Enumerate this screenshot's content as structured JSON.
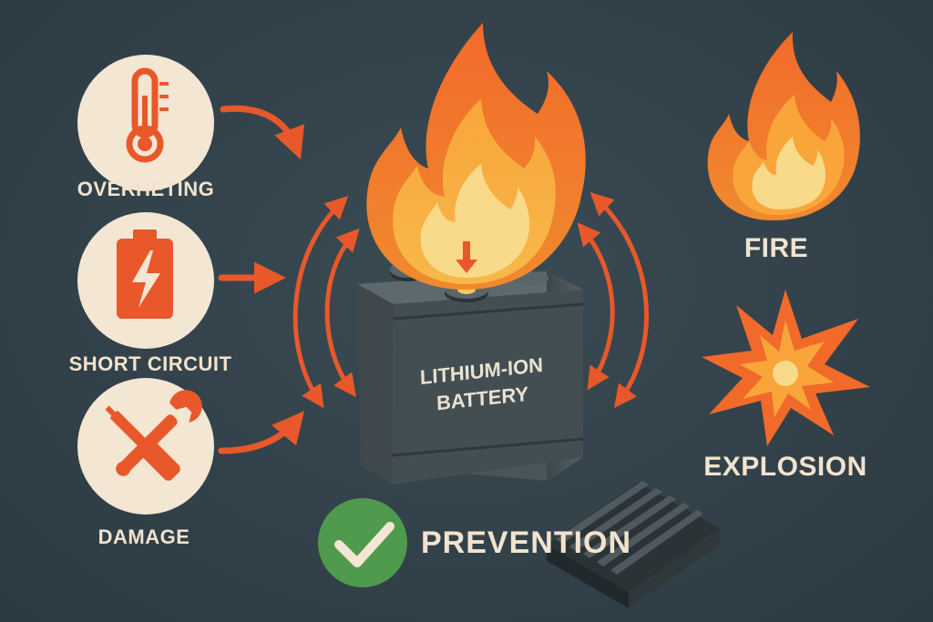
{
  "causes": [
    {
      "label": "OVERHETING",
      "icon": "thermometer-icon"
    },
    {
      "label": "SHORT CIRCUIT",
      "icon": "battery-bolt-icon"
    },
    {
      "label": "DAMAGE",
      "icon": "wrench-screwdriver-icon"
    }
  ],
  "center": {
    "label_line1": "LITHIUM-ION",
    "label_line2": "BATTERY",
    "icon": "battery-icon"
  },
  "effects": [
    {
      "label": "FIRE",
      "icon": "flame-icon"
    },
    {
      "label": "EXPLOSION",
      "icon": "explosion-burst-icon"
    }
  ],
  "prevention": {
    "label": "PREVENTION",
    "icon": "checkmark-icon",
    "accessory": "heat-sink-icon"
  },
  "colors": {
    "background": "#34434a",
    "accent": "#e8582a",
    "circle": "#f3e6d3",
    "text": "#f2e3cf",
    "check": "#4f9a4d",
    "battery": "#4a5559"
  }
}
